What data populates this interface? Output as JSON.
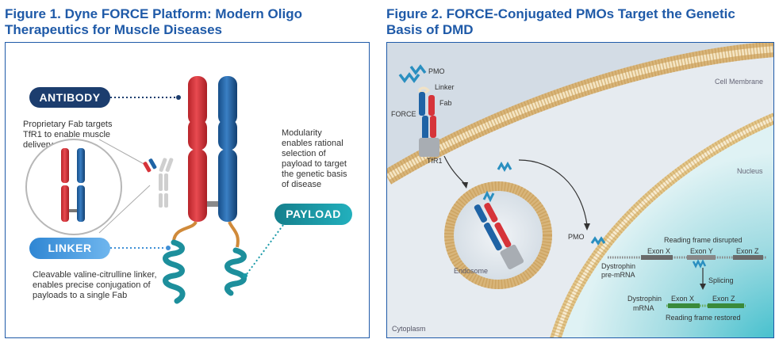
{
  "figure1": {
    "title_line1": "Figure 1. Dyne FORCE Platform: Modern Oligo",
    "title_line2": "Therapeutics for Muscle Diseases",
    "antibody_label": "ANTIBODY",
    "linker_label": "LINKER",
    "payload_label": "PAYLOAD",
    "fab_text": [
      "Proprietary Fab targets",
      "TfR1 to enable muscle",
      "delivery"
    ],
    "modularity_text": [
      "Modularity",
      "enables rational",
      "selection of",
      "payload to target",
      "the genetic basis",
      "of disease"
    ],
    "linker_text": [
      "Cleavable valine-citrulline linker,",
      "enables precise conjugation of",
      "payloads to a single Fab"
    ],
    "colors": {
      "navy_pill": "#1c3d6e",
      "linker_pill": "#3f8fd6",
      "payload_pill": "#1a9aa8",
      "red_chain": "#d6343a",
      "blue_chain": "#1f63a5",
      "linker_orange": "#d08a3a",
      "helix_teal": "#1d8f9c"
    }
  },
  "figure2": {
    "title_line1": "Figure 2. FORCE-Conjugated PMOs Target the Genetic",
    "title_line2": "Basis of DMD",
    "labels": {
      "pmo": "PMO",
      "linker": "Linker",
      "fab": "Fab",
      "force": "FORCE",
      "tfr1": "TfR1",
      "cell_membrane": "Cell Membrane",
      "nucleus": "Nucleus",
      "endosome": "Endosome",
      "cytoplasm": "Cytoplasm",
      "pmo2": "PMO",
      "reading_disrupted": "Reading frame disrupted",
      "exon_x": "Exon X",
      "exon_y": "Exon Y",
      "exon_z": "Exon Z",
      "dystrophin_pre1": "Dystrophin",
      "dystrophin_pre2": "pre-mRNA",
      "splicing": "Splicing",
      "dystrophin_m1": "Dystrophin",
      "dystrophin_m2": "mRNA",
      "exon_x2": "Exon X",
      "exon_z2": "Exon Z",
      "reading_restored": "Reading frame restored"
    }
  }
}
